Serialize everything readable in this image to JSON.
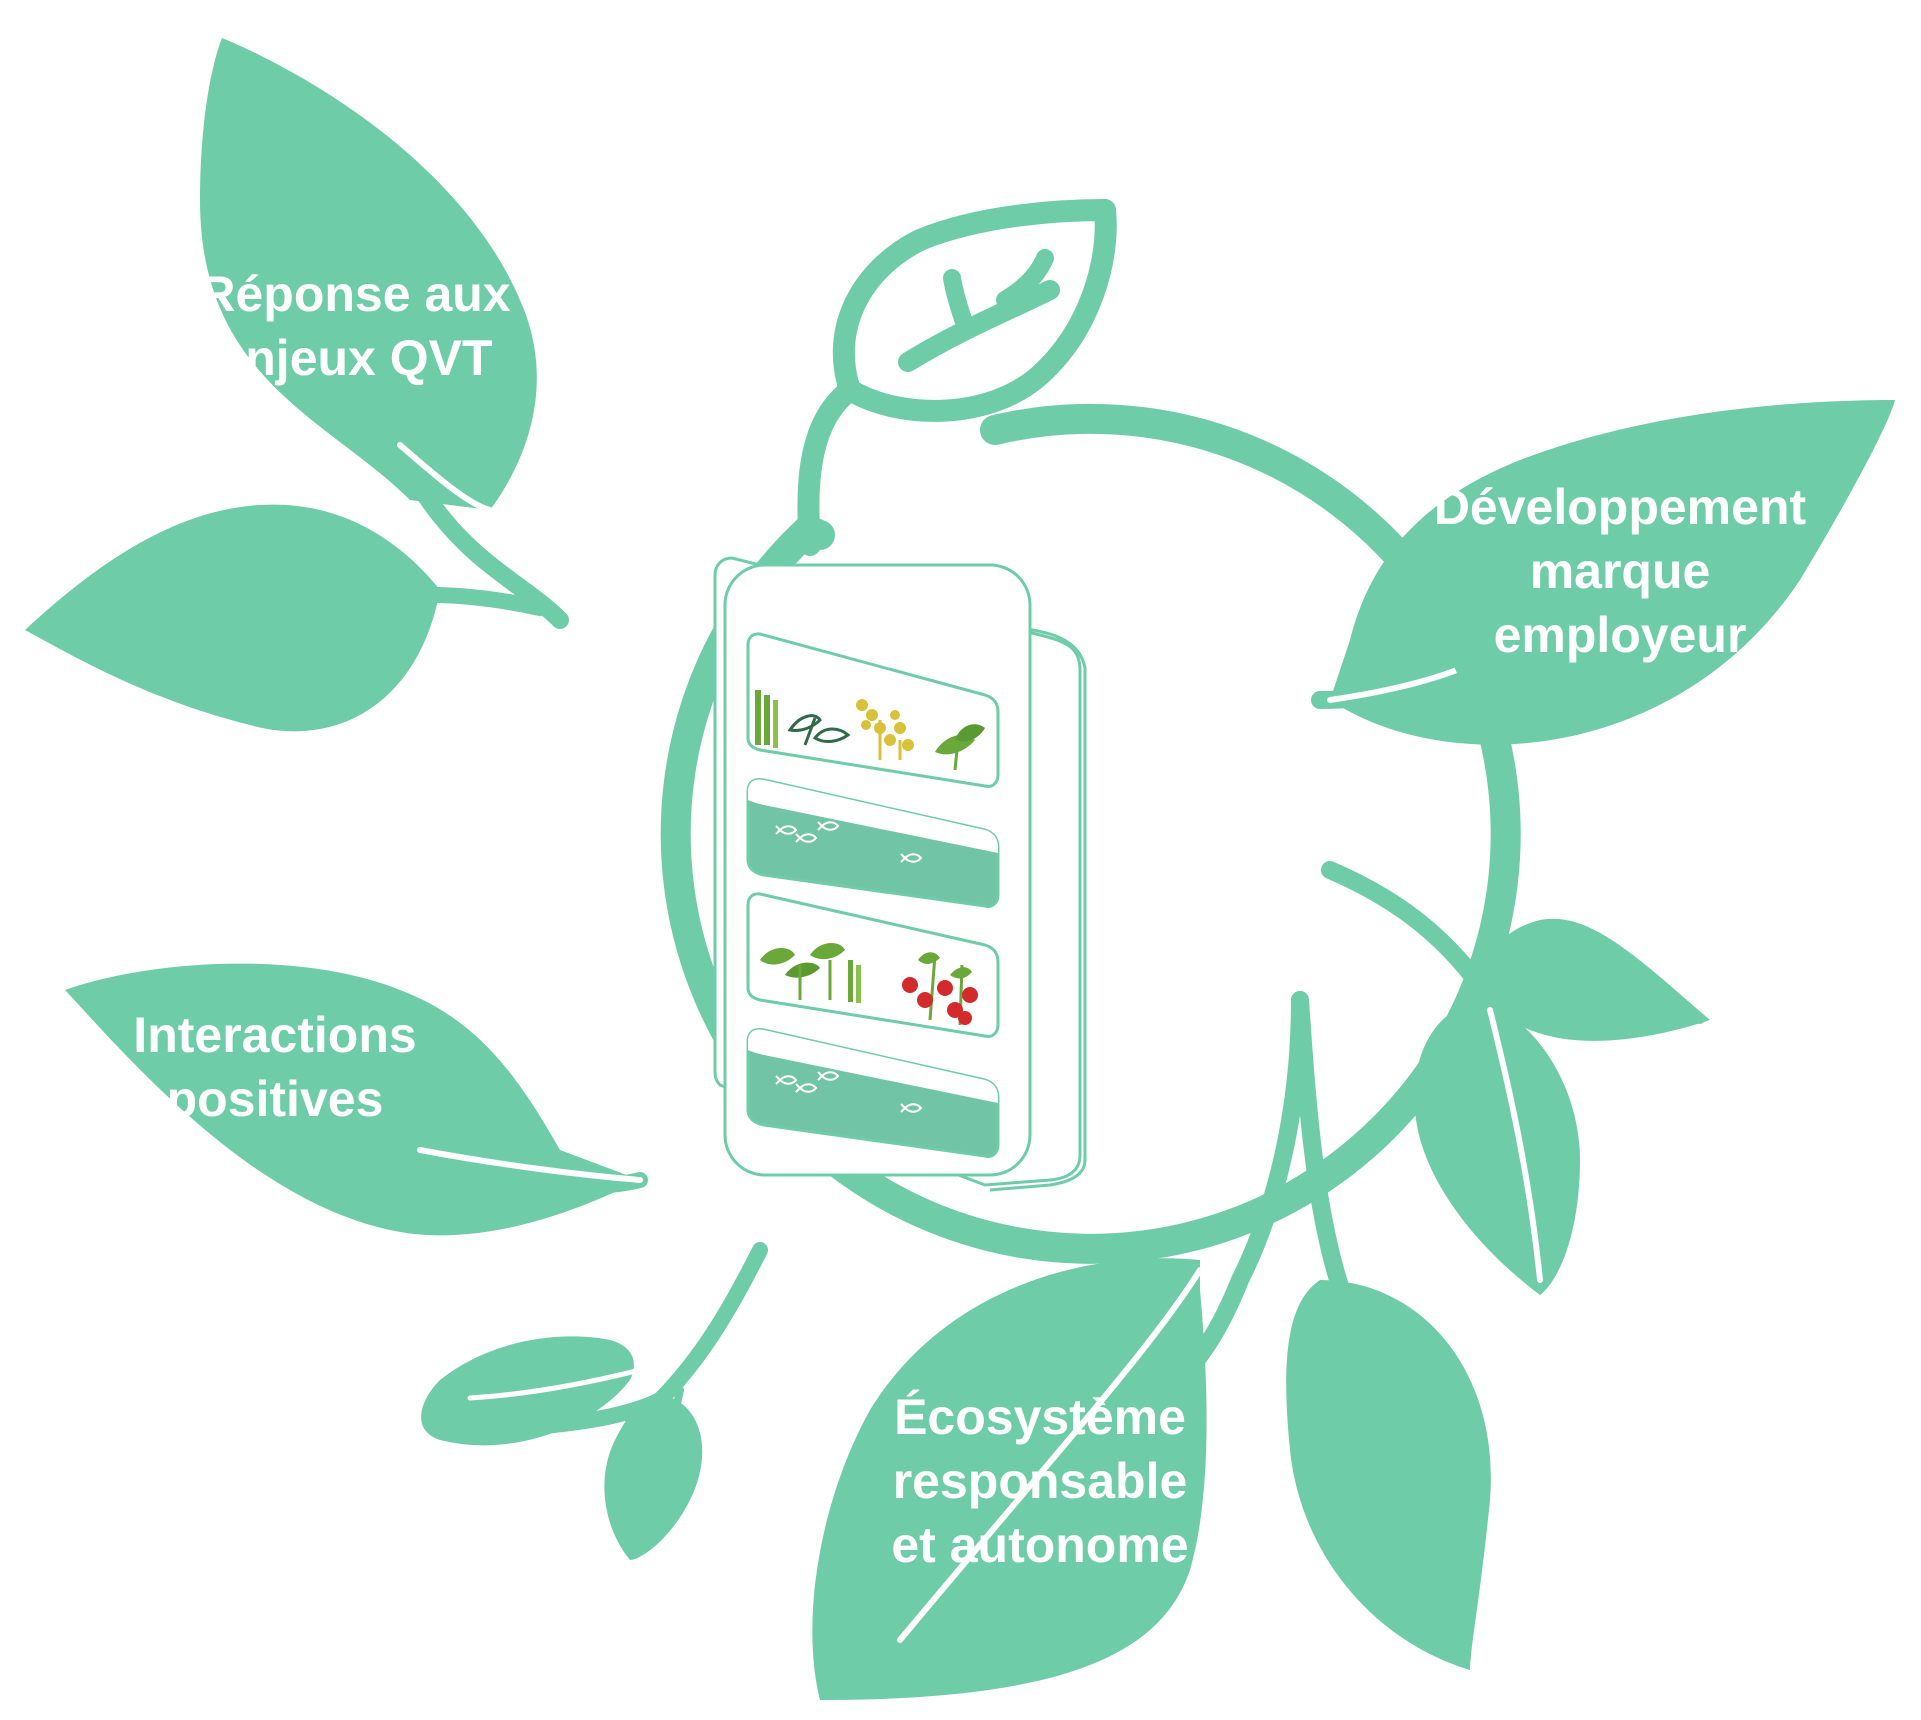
{
  "colors": {
    "leaf": "#6ecca8",
    "device_stroke": "#6ecca8",
    "tank": "#72c4a6",
    "text": "#ffffff",
    "plant_green": "#6aa83a",
    "plant_yellow": "#d8c23a",
    "tomato_red": "#d32b2b"
  },
  "icons": [
    "aquaponic-garden-icon",
    "fish-icon",
    "sprout-icon",
    "tomato-plant-icon"
  ],
  "labels": {
    "qvt": {
      "line1": "Réponse aux",
      "line2": "enjeux QVT"
    },
    "marque": {
      "line1": "Développement",
      "line2": "marque",
      "line3": "employeur"
    },
    "interactions": {
      "line1": "Interactions",
      "line2": "positives"
    },
    "ecosysteme": {
      "line1": "Écosystème",
      "line2": "responsable",
      "line3": "et autonome"
    }
  }
}
